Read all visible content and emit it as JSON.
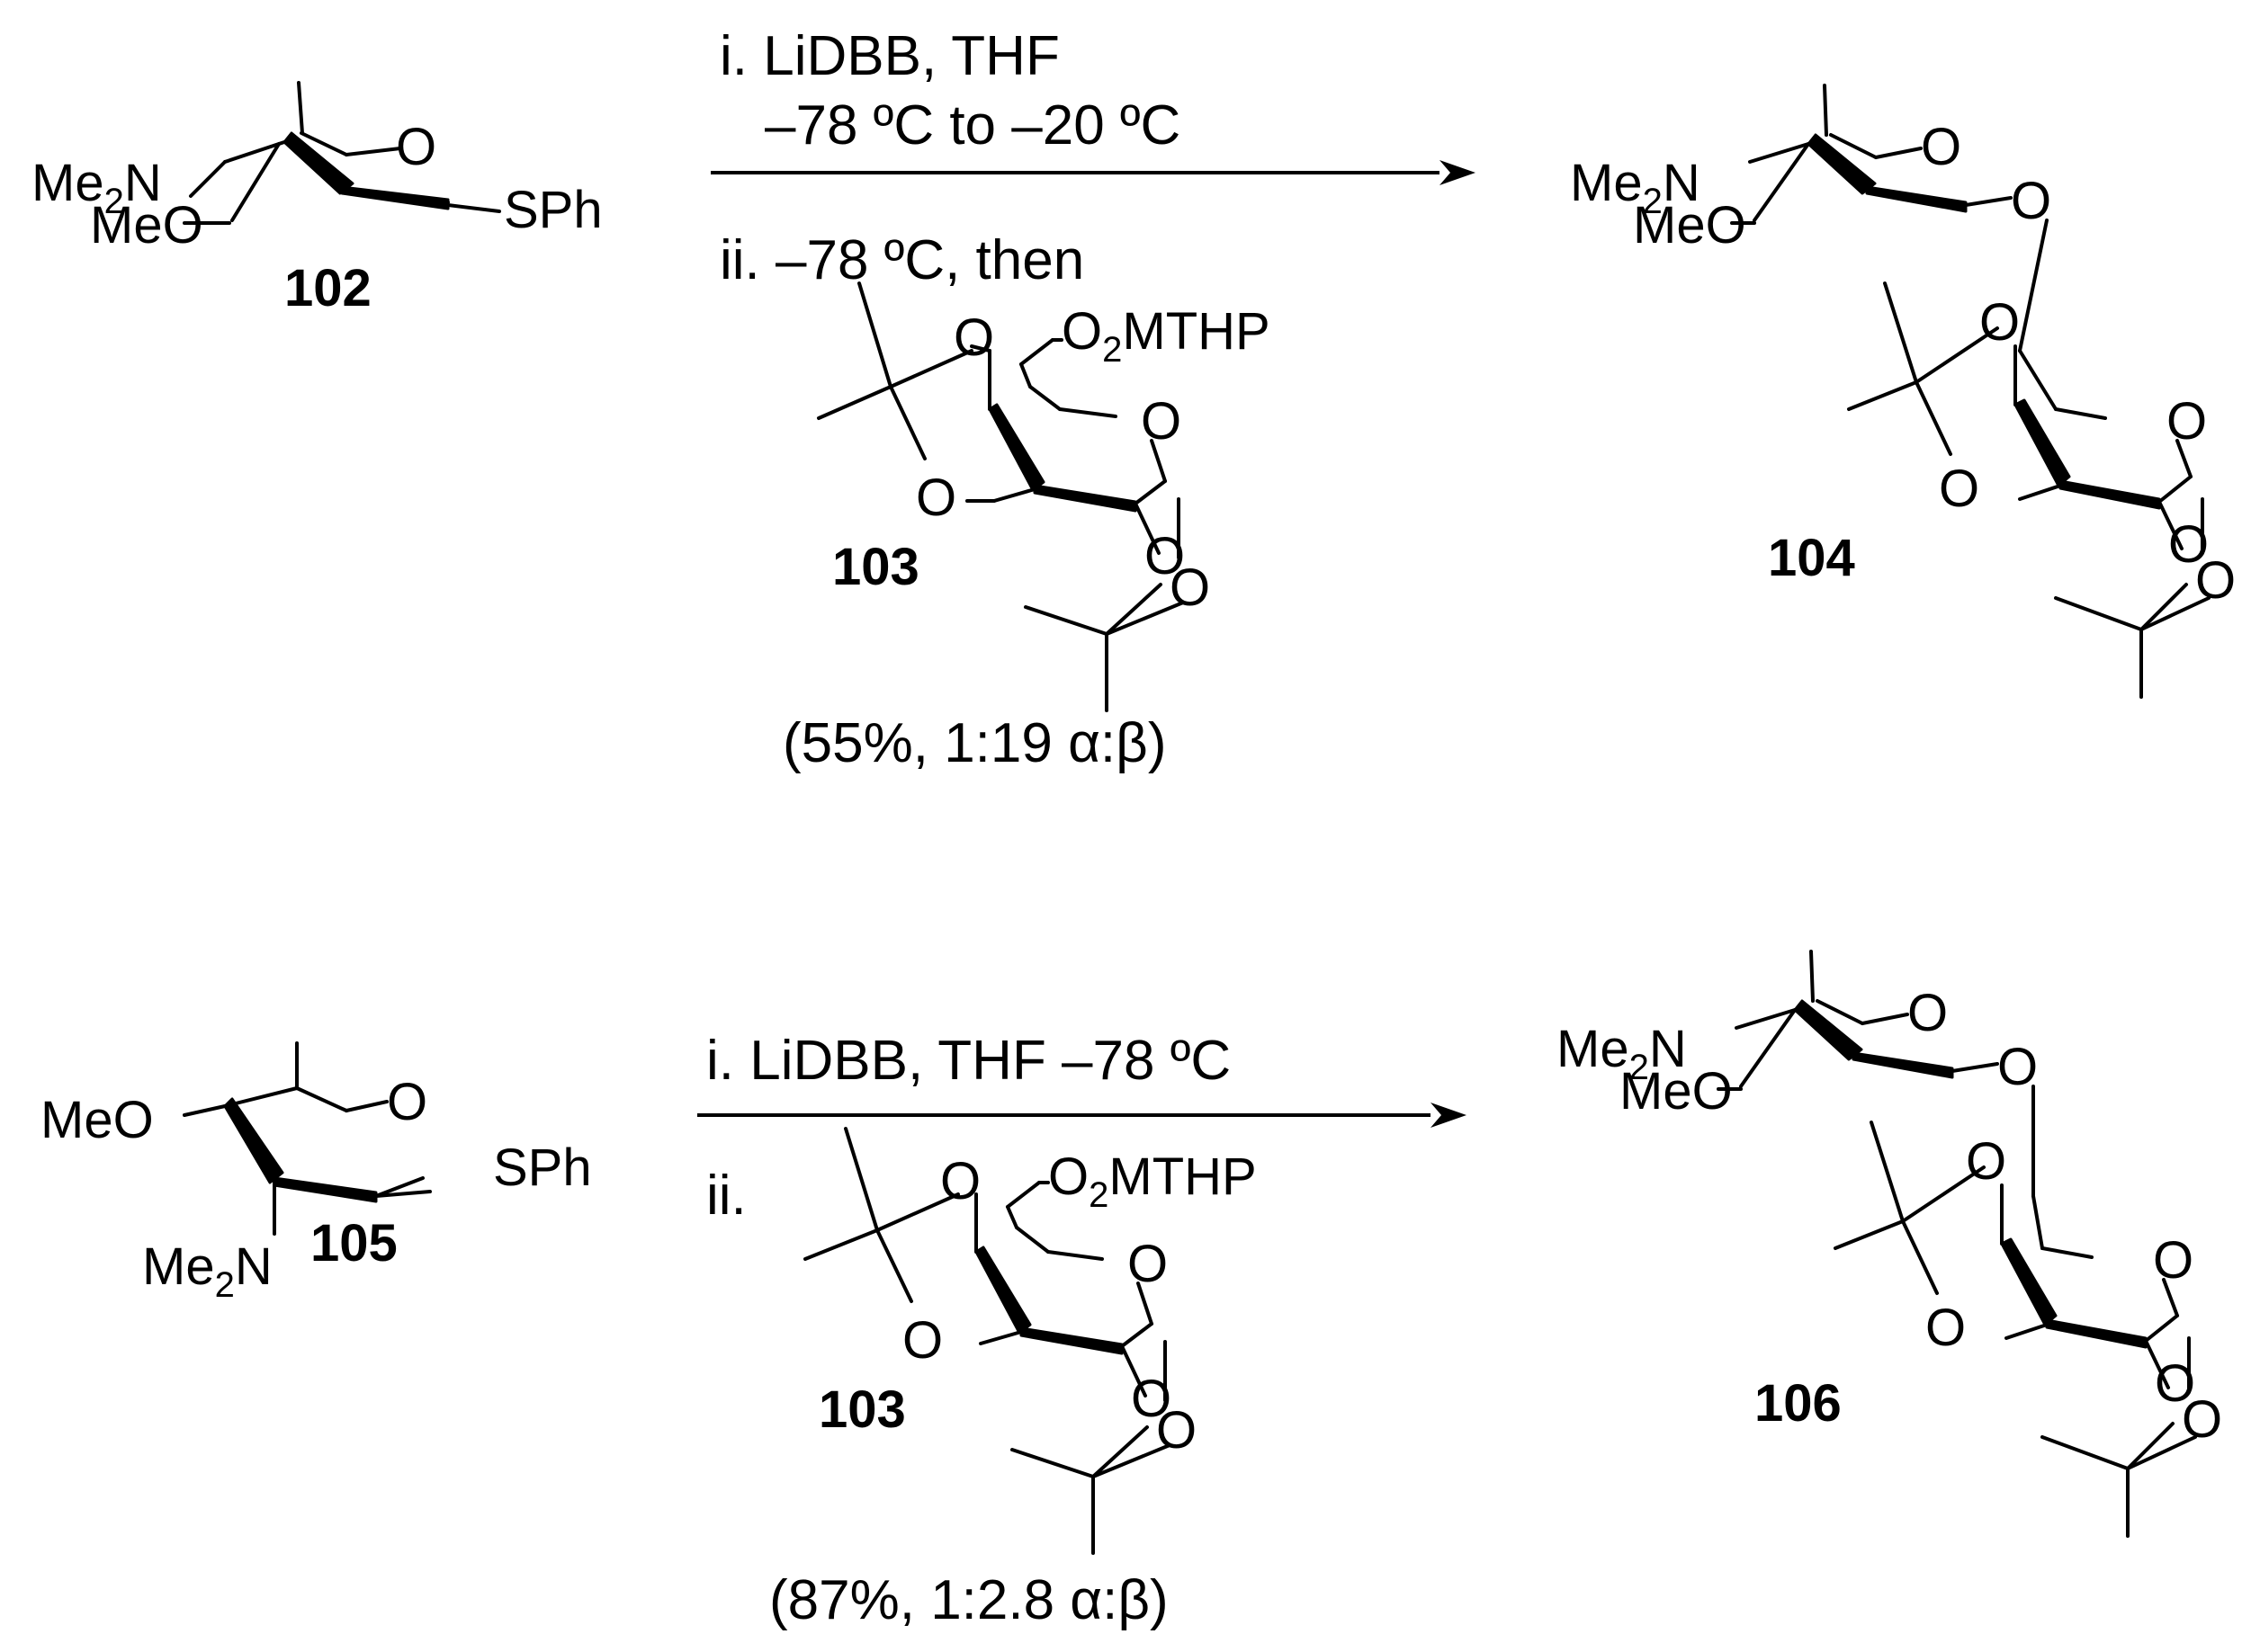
{
  "reaction1": {
    "reactant_label": "102",
    "reagent_label": "103",
    "product_label": "104",
    "cond_line1": "i. LiDBB, THF",
    "cond_line2": "–78 ºC to –20 ºC",
    "cond_line3": "ii. –78 ºC, then",
    "yield": "(55%, 1:19 α:β)"
  },
  "reaction2": {
    "reactant_label": "105",
    "reagent_label": "103",
    "product_label": "106",
    "cond_line1": "i. LiDBB, THF   –78 ºC",
    "cond_line2": "ii.",
    "yield": "(87%, 1:2.8 α:β)"
  },
  "atoms": {
    "nme2_a": "Me",
    "nme2_sub": "2",
    "nme2_b": "N",
    "meo": "MeO",
    "o": "O",
    "sph": "SPh",
    "o2mthp_a": "O",
    "o2mthp_sub": "2",
    "o2mthp_b": "MTHP"
  }
}
